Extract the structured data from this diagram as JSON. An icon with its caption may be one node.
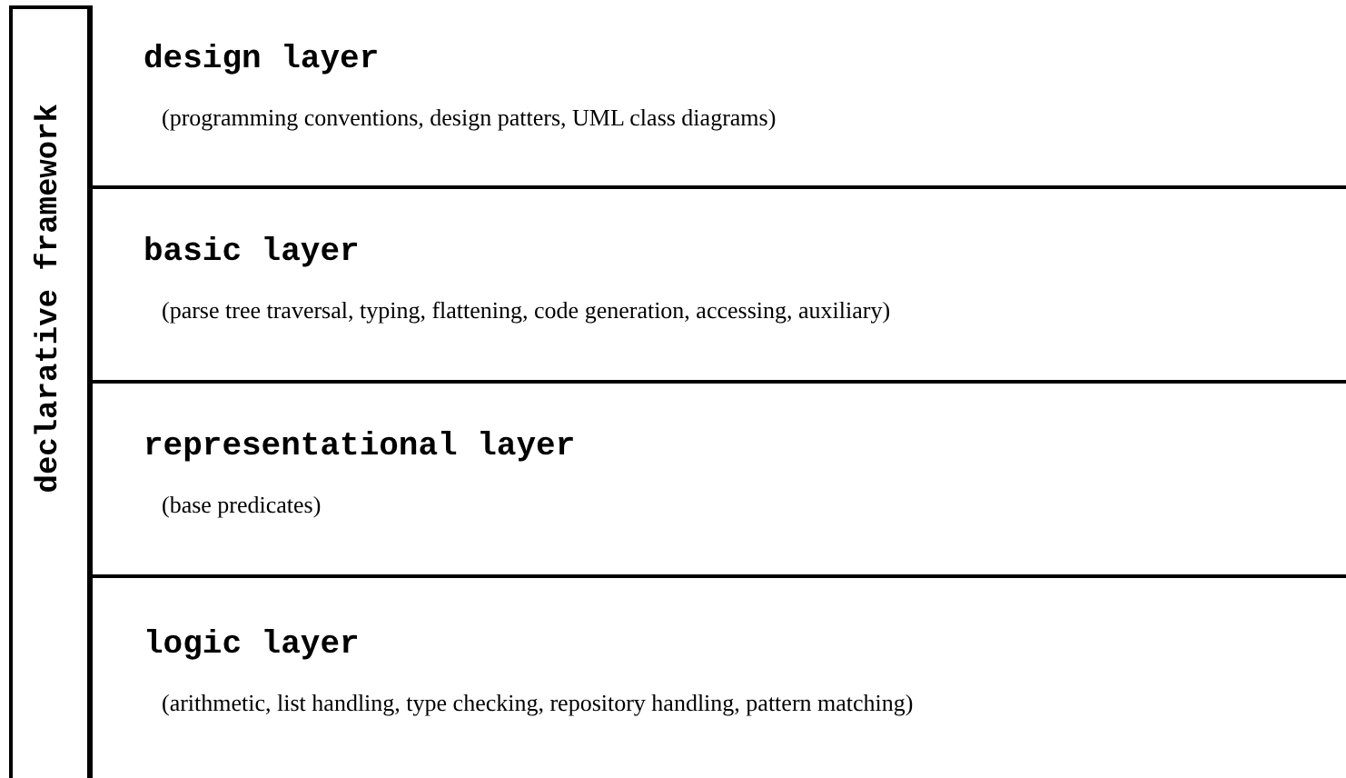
{
  "diagram": {
    "nodes": [
      {
        "text": [
          "declarative framework"
        ]
      },
      {
        "text": [
          "design layer",
          "(programming conventions, design patters, UML class diagrams)"
        ]
      },
      {
        "text": [
          "basic layer",
          "(parse tree traversal, typing, flattening, code generation, accessing, auxiliary)"
        ]
      },
      {
        "text": [
          "representational layer",
          "(base predicates)"
        ]
      },
      {
        "text": [
          "logic layer",
          "(arithmetic, list handling, type checking, repository handling, pattern matching)"
        ]
      }
    ]
  }
}
